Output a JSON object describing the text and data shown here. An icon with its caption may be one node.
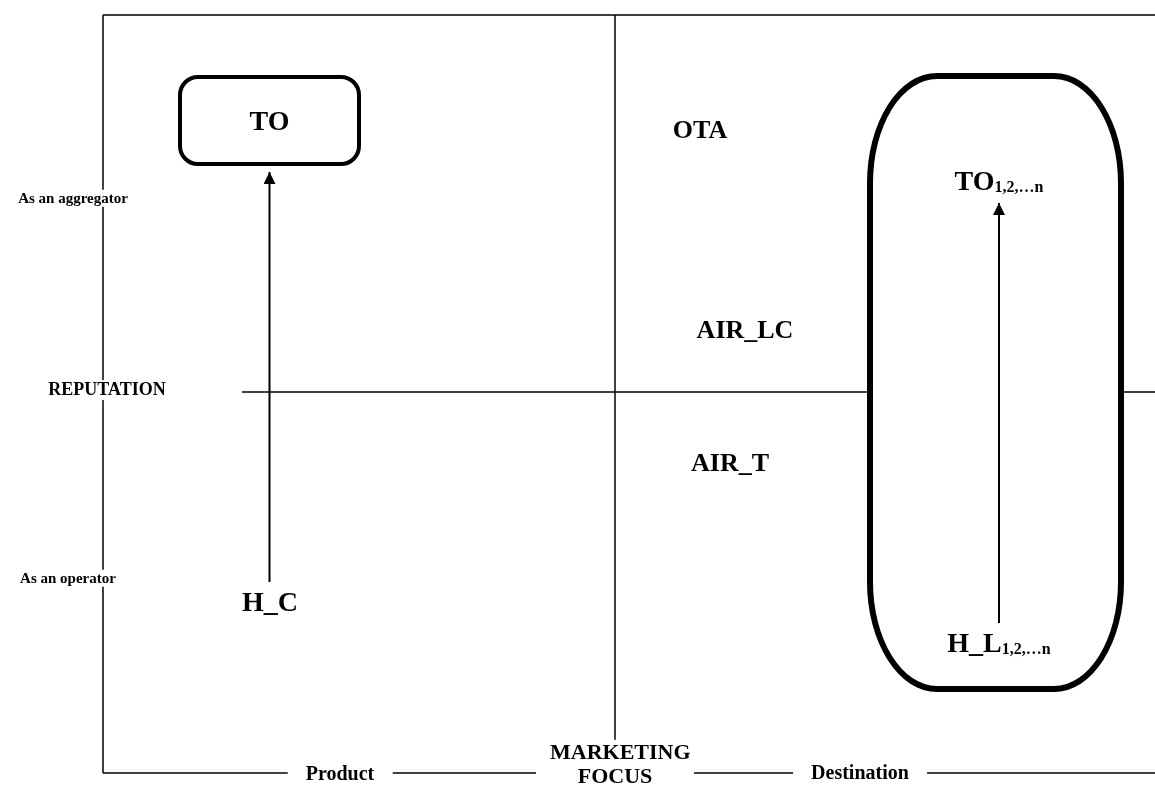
{
  "diagram": {
    "nodes": [
      {
        "text": [
          "TO"
        ]
      },
      {
        "text": [
          "H_C"
        ]
      },
      {
        "text": [],
        "shape": "box"
      },
      {
        "text": [
          "TO$_{1,2,…n}$"
        ],
        "in": 2
      },
      {
        "text": [
          "H_L$_{1,2,…n}$"
        ],
        "in": 2
      }
    ],
    "edges": [
      {
        "from": 1,
        "to": 0,
        "arrow": "to"
      },
      {
        "from": 4,
        "to": 3,
        "arrow": "to"
      }
    ],
    "labels": [
      "OTA",
      "As an aggregator",
      "AIR_LC",
      "REPUTATION",
      "AIR_T",
      "As an operator",
      "MARKETING FOCUS",
      "Product",
      "Destination"
    ]
  }
}
